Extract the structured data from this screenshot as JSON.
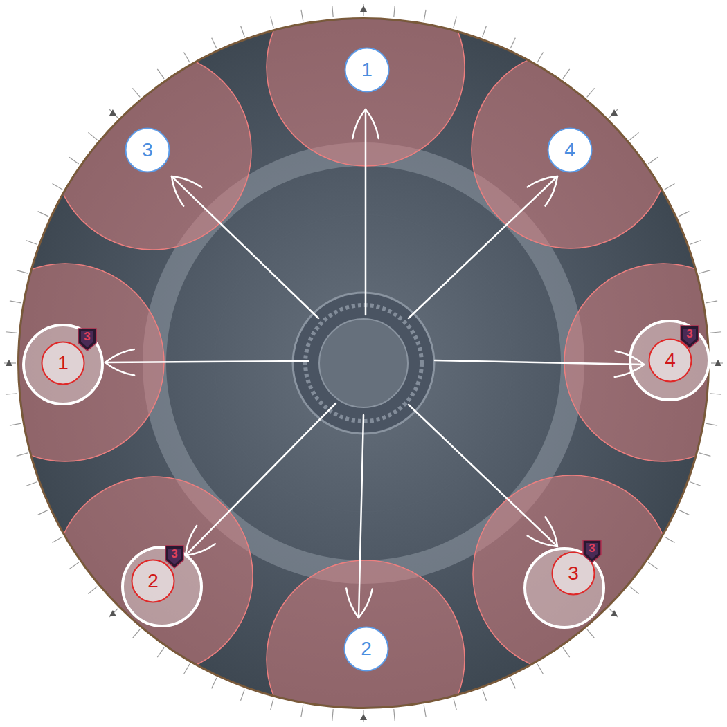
{
  "diagram": {
    "nodes": [
      {
        "text": [
          "1"
        ]
      },
      {
        "text": [
          "3"
        ]
      },
      {
        "text": [
          "4"
        ]
      },
      {
        "text": [
          "1"
        ]
      },
      {
        "text": [
          "4"
        ]
      },
      {
        "text": [
          "2"
        ]
      },
      {
        "text": [
          "3"
        ]
      },
      {
        "text": [
          "2"
        ]
      }
    ],
    "labels": [
      "3",
      "3",
      "3",
      "3"
    ]
  }
}
